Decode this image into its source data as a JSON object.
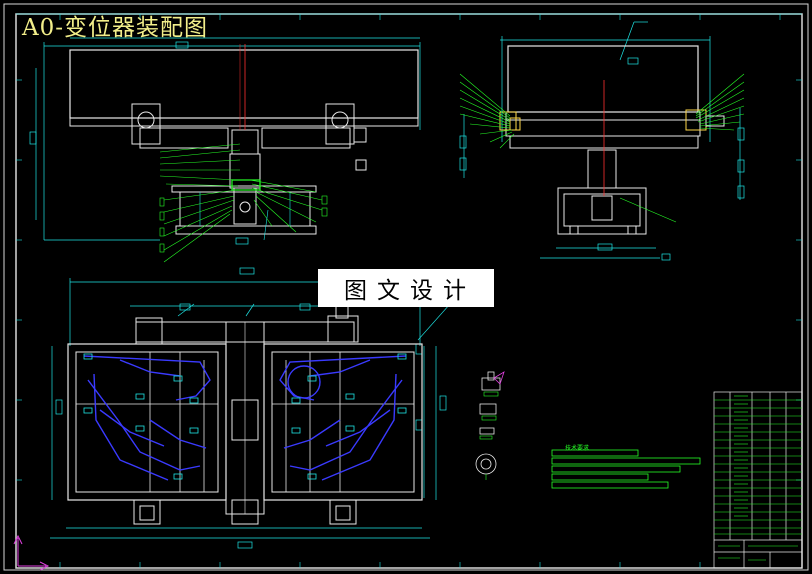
{
  "drawing": {
    "title": "A0-变位器装配图",
    "watermark": "图文设计",
    "tech_note": "技术要求"
  },
  "colors": {
    "background": "#000000",
    "frame": "#d8d8d8",
    "dimension": "#1ee6e6",
    "leader": "#26ff26",
    "part_white": "#e8e8e8",
    "blue_parts": "#3a3aff",
    "center_line": "#ff3030",
    "title_text": "#f2ee8a",
    "highlight": "#ffd84a"
  }
}
